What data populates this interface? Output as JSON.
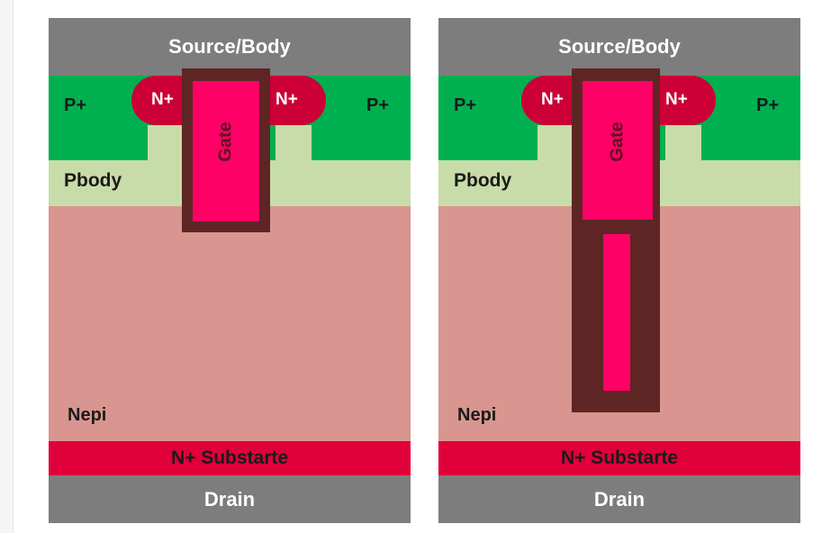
{
  "diagrams": [
    {
      "source": "Source/Body",
      "p_plus_left": "P+",
      "p_plus_right": "P+",
      "n_plus_left": "N+",
      "n_plus_right": "N+",
      "gate": "Gate",
      "pbody": "Pbody",
      "nepi": "Nepi",
      "substrate": "N+ Substarte",
      "drain": "Drain"
    },
    {
      "source": "Source/Body",
      "p_plus_left": "P+",
      "p_plus_right": "P+",
      "n_plus_left": "N+",
      "n_plus_right": "N+",
      "gate": "Gate",
      "pbody": "Pbody",
      "nepi": "Nepi",
      "substrate": "N+ Substarte",
      "drain": "Drain"
    }
  ],
  "colors": {
    "metal": "#7d7d7d",
    "p_plus": "#00b050",
    "n_plus": "#cc0036",
    "pbody": "#c8dcaa",
    "nepi": "#d9958f",
    "substrate": "#e0003a",
    "oxide": "#5e2524",
    "gate": "#ff0066"
  }
}
